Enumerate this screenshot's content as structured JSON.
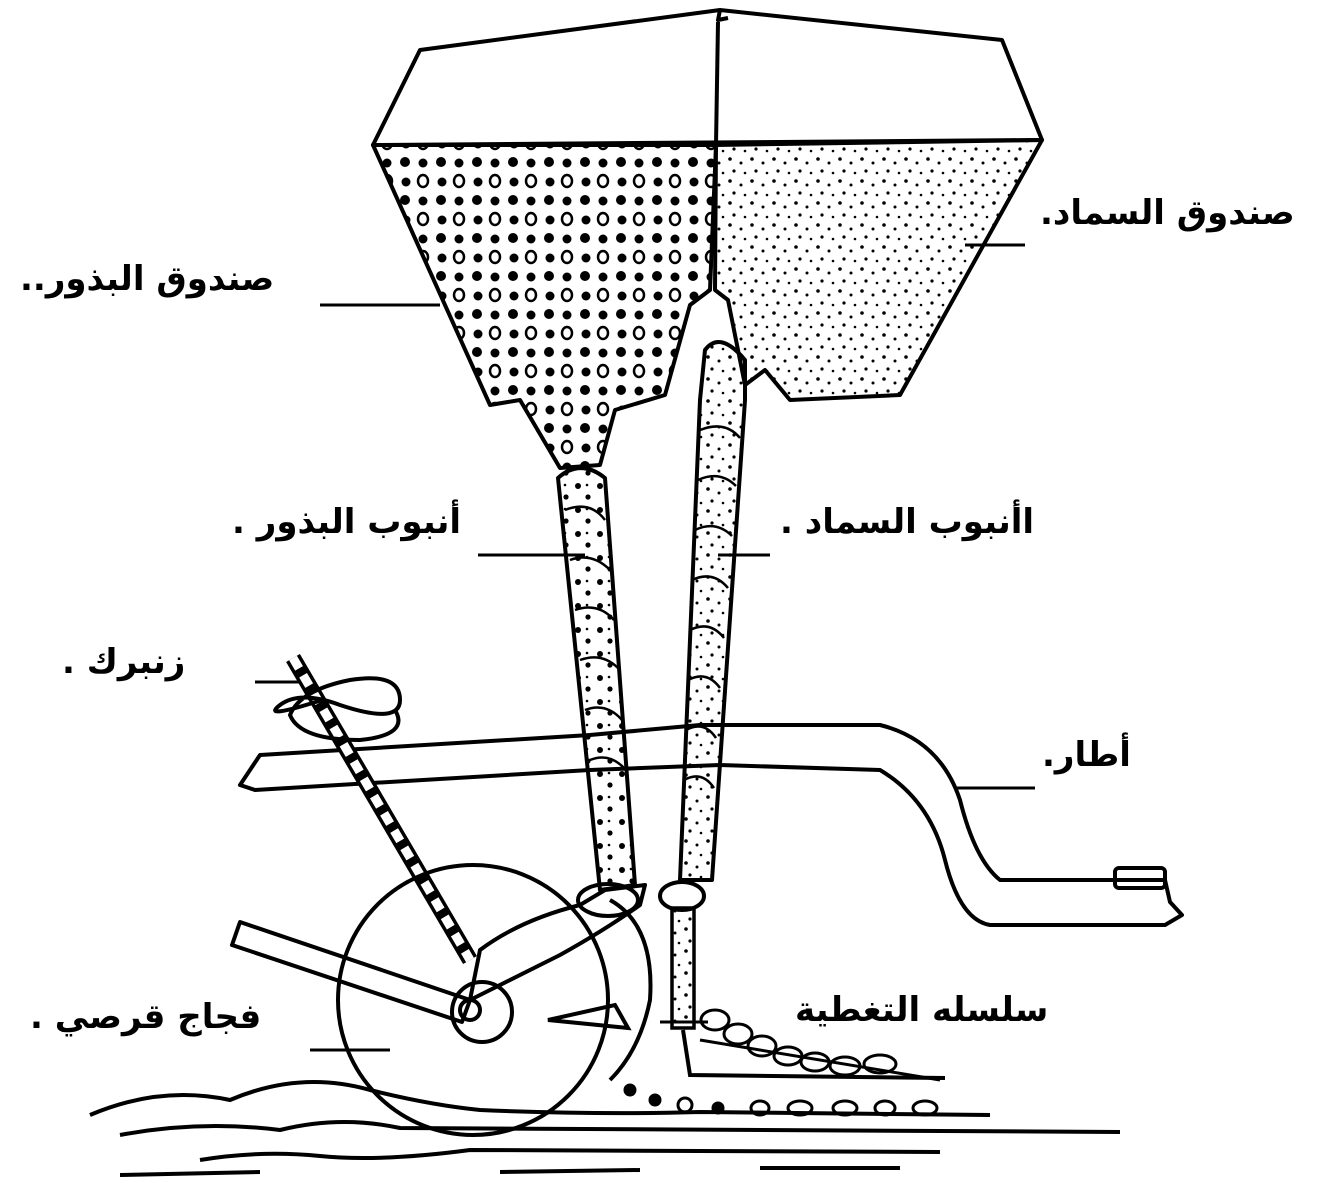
{
  "labels": {
    "fertilizer_box": "صندوق السماد.",
    "seed_box": "صندوق البذور..",
    "seed_tube": "أنبوب البذور .",
    "fertilizer_tube": "اأنبوب السماد .",
    "spring": "زنبرك .",
    "frame": "أطار.",
    "covering_chain": "سلسله التغطية",
    "disc_furrow_opener": "فجاج قرصي ."
  },
  "colors": {
    "ink": "#000000",
    "paper": "#ffffff"
  }
}
